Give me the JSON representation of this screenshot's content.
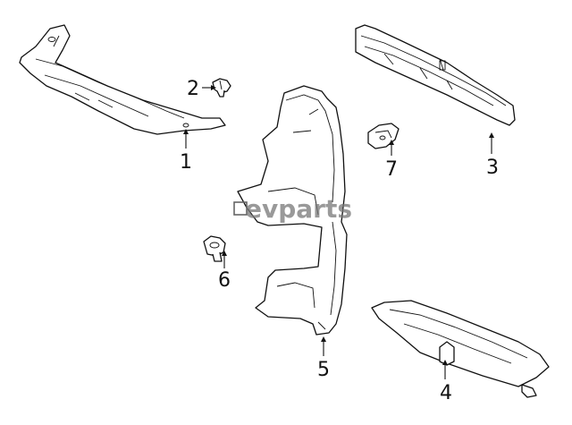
{
  "diagram": {
    "callouts": [
      "1",
      "2",
      "3",
      "4",
      "5",
      "6",
      "7"
    ],
    "watermark": "evparts"
  }
}
